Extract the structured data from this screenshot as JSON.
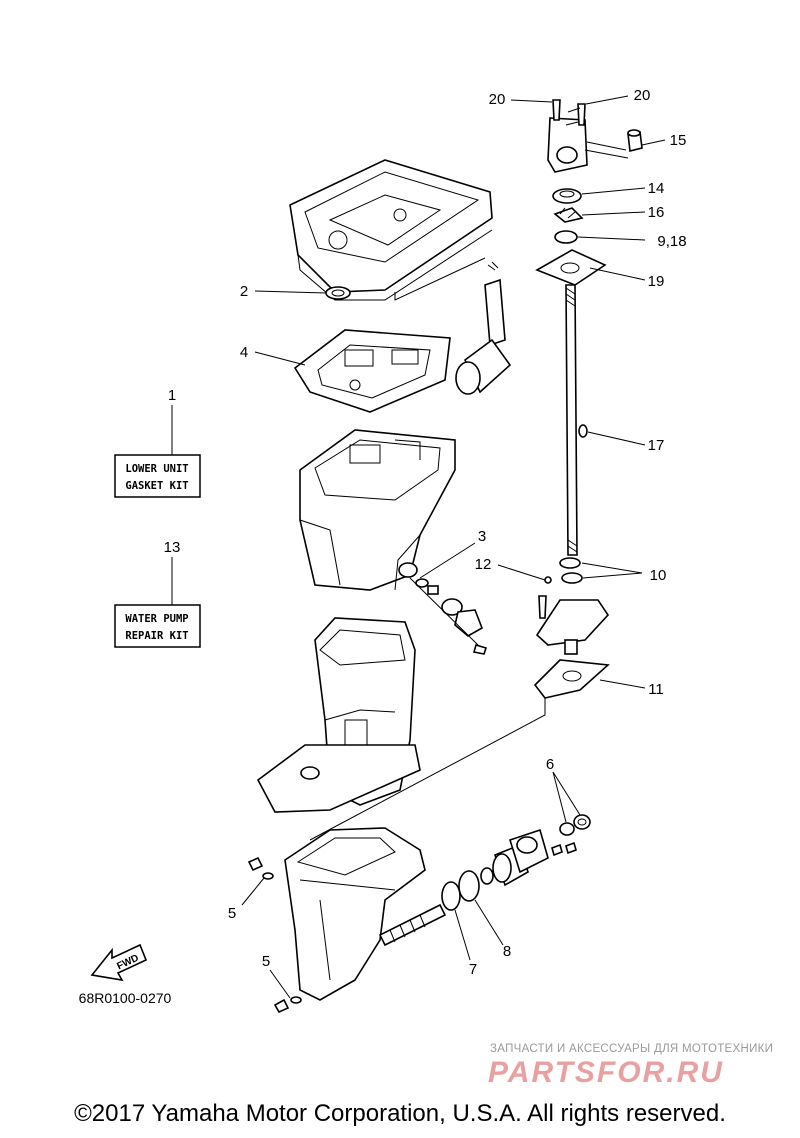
{
  "labels": {
    "l1": "1",
    "l2": "2",
    "l3": "3",
    "l4": "4",
    "l5a": "5",
    "l5b": "5",
    "l6": "6",
    "l7": "7",
    "l8": "8",
    "l9_18": "9,18",
    "l10": "10",
    "l11": "11",
    "l12": "12",
    "l13": "13",
    "l14": "14",
    "l15": "15",
    "l16": "16",
    "l17": "17",
    "l19": "19",
    "l20a": "20",
    "l20b": "20"
  },
  "kits": {
    "lower_unit_line1": "LOWER UNIT",
    "lower_unit_line2": "GASKET KIT",
    "water_pump_line1": "WATER PUMP",
    "water_pump_line2": "REPAIR KIT"
  },
  "fwd_label": "FWD",
  "diagram_code": "68R0100-0270",
  "copyright": "©2017 Yamaha Motor Corporation, U.S.A. All rights reserved.",
  "watermark": {
    "tagline": "ЗАПЧАСТИ И АКСЕССУАРЫ ДЛЯ МОТОТЕХНИКИ",
    "logo": "PARTSFOR.RU"
  }
}
